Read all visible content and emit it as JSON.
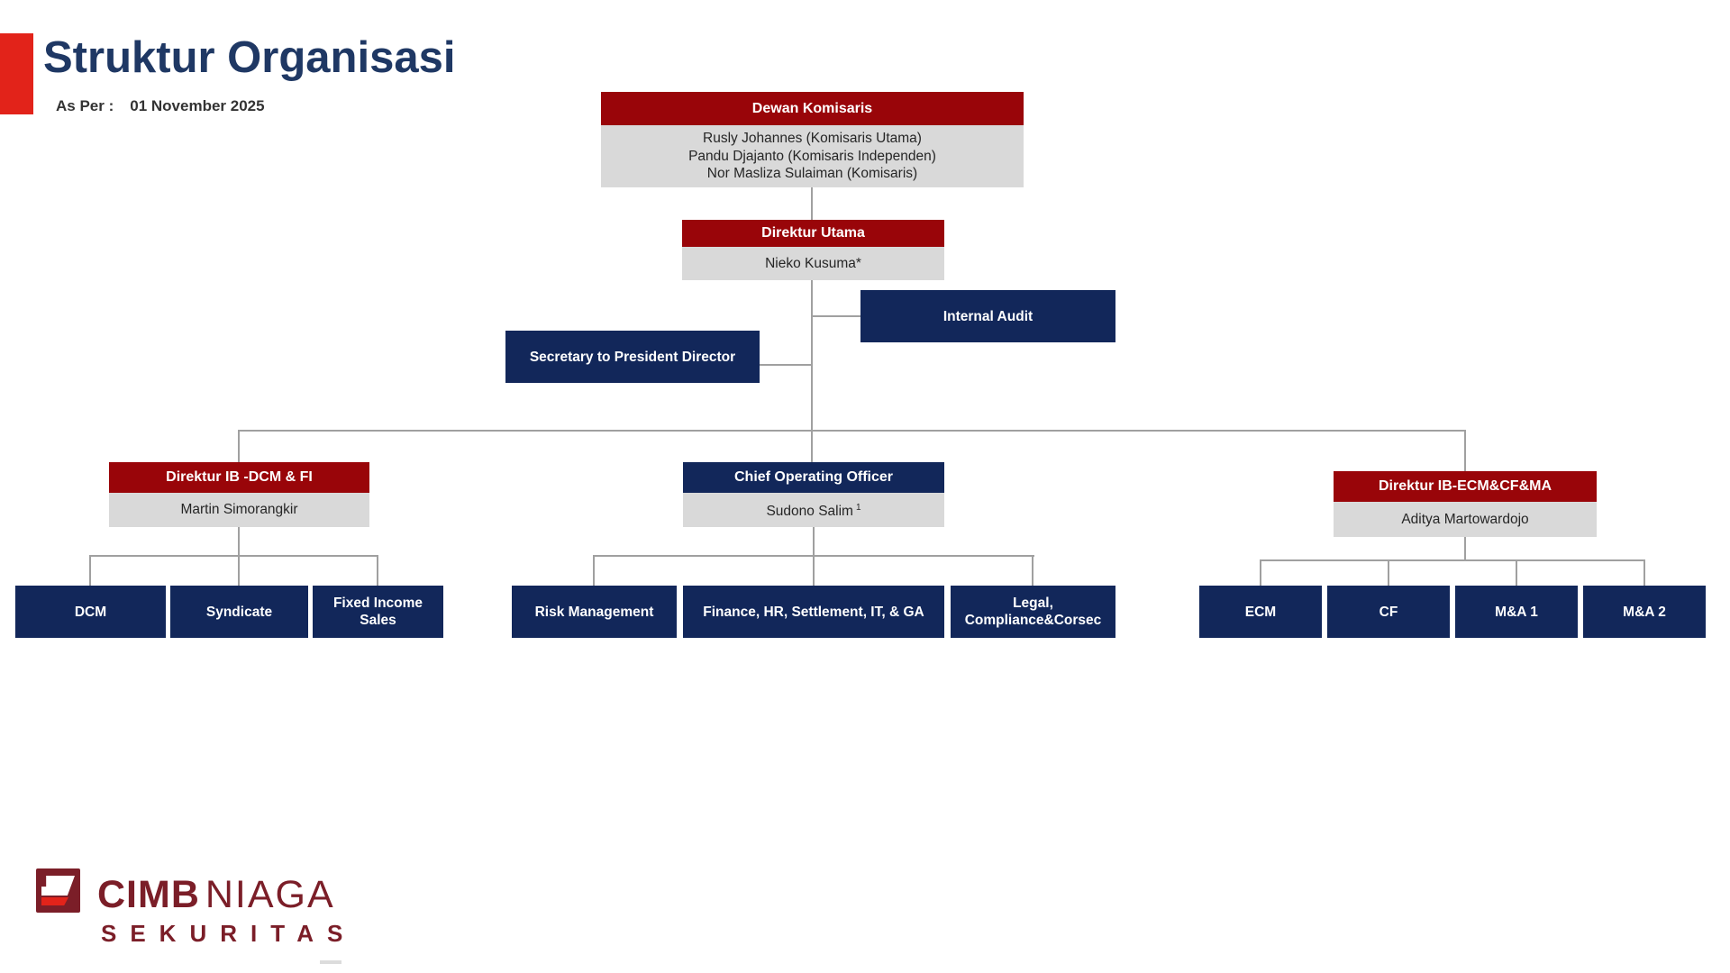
{
  "page": {
    "title": "Struktur Organisasi",
    "as_per_label": "As Per :",
    "as_per_date": "01 November 2025"
  },
  "colors": {
    "accent_red": "#E2231A",
    "header_red": "#990509",
    "navy": "#12275A",
    "body_gray": "#D9D9D9",
    "connector_gray": "#A0A0A0",
    "title_navy": "#1F3864",
    "logo_maroon": "#7B1E28"
  },
  "org": {
    "dewan_komisaris": {
      "title": "Dewan Komisaris",
      "members": [
        "Rusly Johannes (Komisaris Utama)",
        "Pandu Djajanto (Komisaris Independen)",
        "Nor Masliza Sulaiman (Komisaris)"
      ]
    },
    "direktur_utama": {
      "title": "Direktur Utama",
      "name": "Nieko Kusuma*"
    },
    "internal_audit": {
      "title": "Internal Audit"
    },
    "secretary": {
      "title": "Secretary to President Director"
    },
    "direktur_dcm": {
      "title": "Direktur IB -DCM & FI",
      "name": "Martin Simorangkir"
    },
    "coo": {
      "title": "Chief Operating Officer",
      "name": "Sudono Salim",
      "name_superscript": "1"
    },
    "direktur_ecm": {
      "title": "Direktur IB-ECM&CF&MA",
      "name": "Aditya Martowardojo"
    },
    "units_left": [
      "DCM",
      "Syndicate",
      "Fixed Income Sales"
    ],
    "units_mid": [
      "Risk Management",
      "Finance, HR, Settlement, IT, & GA",
      "Legal, Compliance&Corsec"
    ],
    "units_right": [
      "ECM",
      "CF",
      "M&A 1",
      "M&A 2"
    ]
  },
  "logo": {
    "brand_bold": "CIMB",
    "brand_light": "NIAGA",
    "subbrand": "SEKURITAS"
  }
}
